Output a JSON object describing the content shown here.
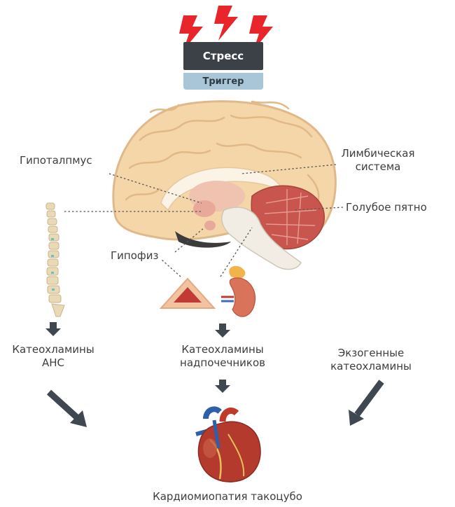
{
  "stress": {
    "label": "Стресс",
    "trigger": "Триггер"
  },
  "labels": {
    "hypothalamus": "Гипоталпмус",
    "limbic_1": "Лимбическая",
    "limbic_2": "система",
    "locus": "Голубое пятно",
    "pituitary": "Гипофиз",
    "cat_ans_1": "Катеохламины",
    "cat_ans_2": "АНС",
    "cat_adr_1": "Катеохламины",
    "cat_adr_2": "надпочечников",
    "exo_1": "Экзогенные",
    "exo_2": "катеохламины",
    "result": "Кардиомиопатия такоцубо"
  },
  "colors": {
    "lightning": "#e8252b",
    "arrow": "#3f4750",
    "brain": "#f5d6a8",
    "brain_outline": "#e0b98a",
    "cerebellum": "#c9564e",
    "brainstem": "#f2ede4",
    "heart": "#b33a2c",
    "aorta_blue": "#2f5fa8"
  },
  "icons": [
    "lightning-icon",
    "brain-illustration",
    "spine-illustration",
    "pituitary-gland-illustration",
    "adrenal-kidney-illustration",
    "heart-illustration"
  ]
}
